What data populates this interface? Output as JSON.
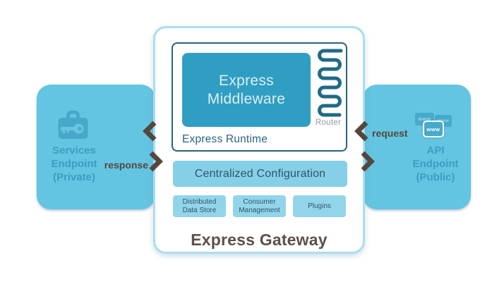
{
  "diagram": {
    "gateway": {
      "title": "Express Gateway",
      "runtime_label": "Express Runtime",
      "middleware_lines": [
        "Express",
        "Middleware"
      ],
      "router_label": "Router",
      "config_label": "Centralized Configuration",
      "modules": [
        {
          "lines": [
            "Distributed",
            "Data Store"
          ]
        },
        {
          "lines": [
            "Consumer",
            "Management"
          ]
        },
        {
          "lines": [
            "Plugins"
          ]
        }
      ]
    },
    "left_panel": {
      "lines": [
        "Services",
        "Endpoint",
        "(Private)"
      ]
    },
    "right_panel": {
      "lines": [
        "API",
        "Endpoint",
        "(Public)"
      ],
      "window_label": "www"
    },
    "flows": {
      "request_label": "request",
      "response_label": "response"
    },
    "colors": {
      "panel_blue": "#63C5E1",
      "panel_text_blue": "#3C9EC2",
      "card_border_blue": "#A9DEF0",
      "runtime_border_teal": "#26647E",
      "middleware_teal": "#2F9EC2",
      "middleware_text": "#DCEEF6",
      "config_fill": "#85CFE7",
      "module_fill": "#92D5EB",
      "slate_text": "#2F5568",
      "flow_brown": "#55473E",
      "title_brown": "#5E5047",
      "router_stroke": "#1E6A85",
      "icon_blue": "#47A9CA"
    }
  }
}
